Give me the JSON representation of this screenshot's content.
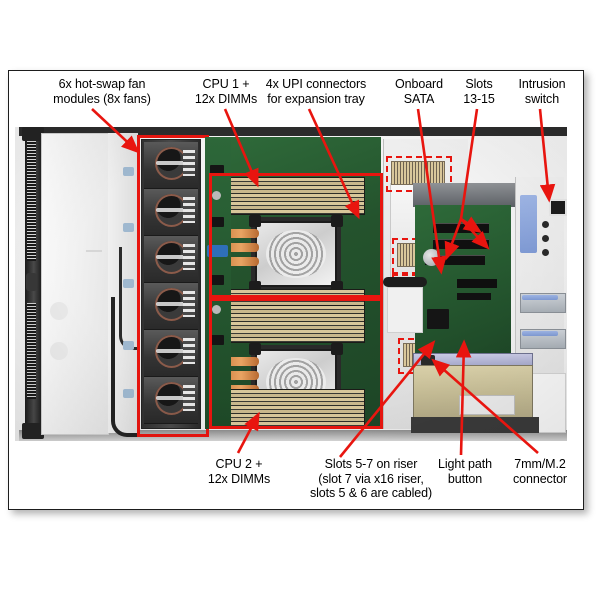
{
  "figure": {
    "title": "Server interior component callout diagram",
    "accent_color": "#e8150f",
    "background": "#ffffff"
  },
  "callouts": {
    "top": [
      {
        "id": "fan-modules",
        "label": "6x hot-swap fan\nmodules (8x fans)",
        "points_to": "fan-bank"
      },
      {
        "id": "cpu1",
        "label": "CPU 1 +\n12x DIMMs",
        "points_to": "cpu-1-assembly"
      },
      {
        "id": "upi",
        "label": "4x UPI connectors\nfor expansion tray",
        "points_to": "upi-connectors"
      },
      {
        "id": "onboard-sata",
        "label": "Onboard\nSATA",
        "points_to": "onboard-sata-connector"
      },
      {
        "id": "slots-13-15",
        "label": "Slots\n13-15",
        "points_to": "pcie-slots-13-15"
      },
      {
        "id": "intrusion-switch",
        "label": "Intrusion\nswitch",
        "points_to": "intrusion-switch"
      }
    ],
    "bottom": [
      {
        "id": "cpu2",
        "label": "CPU 2 +\n12x DIMMs",
        "points_to": "cpu-2-assembly"
      },
      {
        "id": "slots-5-7",
        "label": "Slots 5-7 on riser\n(slot 7 via x16 riser,\nslots 5 & 6 are cabled)",
        "points_to": "riser-slots-5-7"
      },
      {
        "id": "light-path-button",
        "label": "Light path\nbutton",
        "points_to": "light-path-button"
      },
      {
        "id": "m2-connector",
        "label": "7mm/M.2\nconnector",
        "points_to": "m2-connector"
      }
    ]
  },
  "highlight_boxes": [
    {
      "id": "fan-bank-box",
      "style": "solid",
      "color": "#e8150f"
    },
    {
      "id": "cpu1-box",
      "style": "solid",
      "color": "#e8150f"
    },
    {
      "id": "cpu2-box",
      "style": "solid",
      "color": "#e8150f"
    },
    {
      "id": "upi-box-1",
      "style": "dashed",
      "color": "#e8150f"
    },
    {
      "id": "upi-box-2",
      "style": "dashed",
      "color": "#e8150f"
    },
    {
      "id": "upi-box-3",
      "style": "dashed",
      "color": "#e8150f"
    },
    {
      "id": "upi-box-4",
      "style": "dashed",
      "color": "#e8150f"
    }
  ]
}
